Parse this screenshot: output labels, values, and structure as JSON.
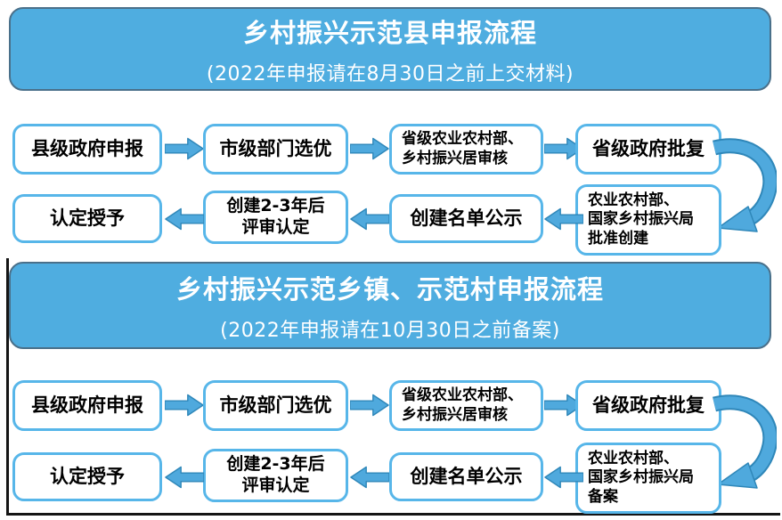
{
  "colors": {
    "band_blue": "#4fade0",
    "box_border_blue": "#57b6e9",
    "arrow_blue": "#4fa9dd",
    "arrow_outline": "#2f87b9",
    "text_black": "#000000",
    "frame_black": "#151515"
  },
  "sections": [
    {
      "title": "乡村振兴示范县申报流程",
      "subtitle": "(2022年申报请在8月30日之前上交材料)",
      "row1": [
        [
          "县级政府申报"
        ],
        [
          "市级部门选优"
        ],
        [
          "省级农业农村部、",
          "乡村振兴居审核"
        ],
        [
          "省级政府批复"
        ]
      ],
      "row2": [
        [
          "认定授予"
        ],
        [
          "创建2-3年后",
          "评审认定"
        ],
        [
          "创建名单公示"
        ],
        [
          "农业农村部、",
          "国家乡村振兴局",
          "批准创建"
        ]
      ]
    },
    {
      "title": "乡村振兴示范乡镇、示范村申报流程",
      "subtitle": "(2022年申报请在10月30日之前备案)",
      "row1": [
        [
          "县级政府申报"
        ],
        [
          "市级部门选优"
        ],
        [
          "省级农业农村部、",
          "乡村振兴居审核"
        ],
        [
          "省级政府批复"
        ]
      ],
      "row2": [
        [
          "认定授予"
        ],
        [
          "创建2-3年后",
          "评审认定"
        ],
        [
          "创建名单公示"
        ],
        [
          "农业农村部、",
          "国家乡村振兴局",
          "备案"
        ]
      ]
    }
  ]
}
